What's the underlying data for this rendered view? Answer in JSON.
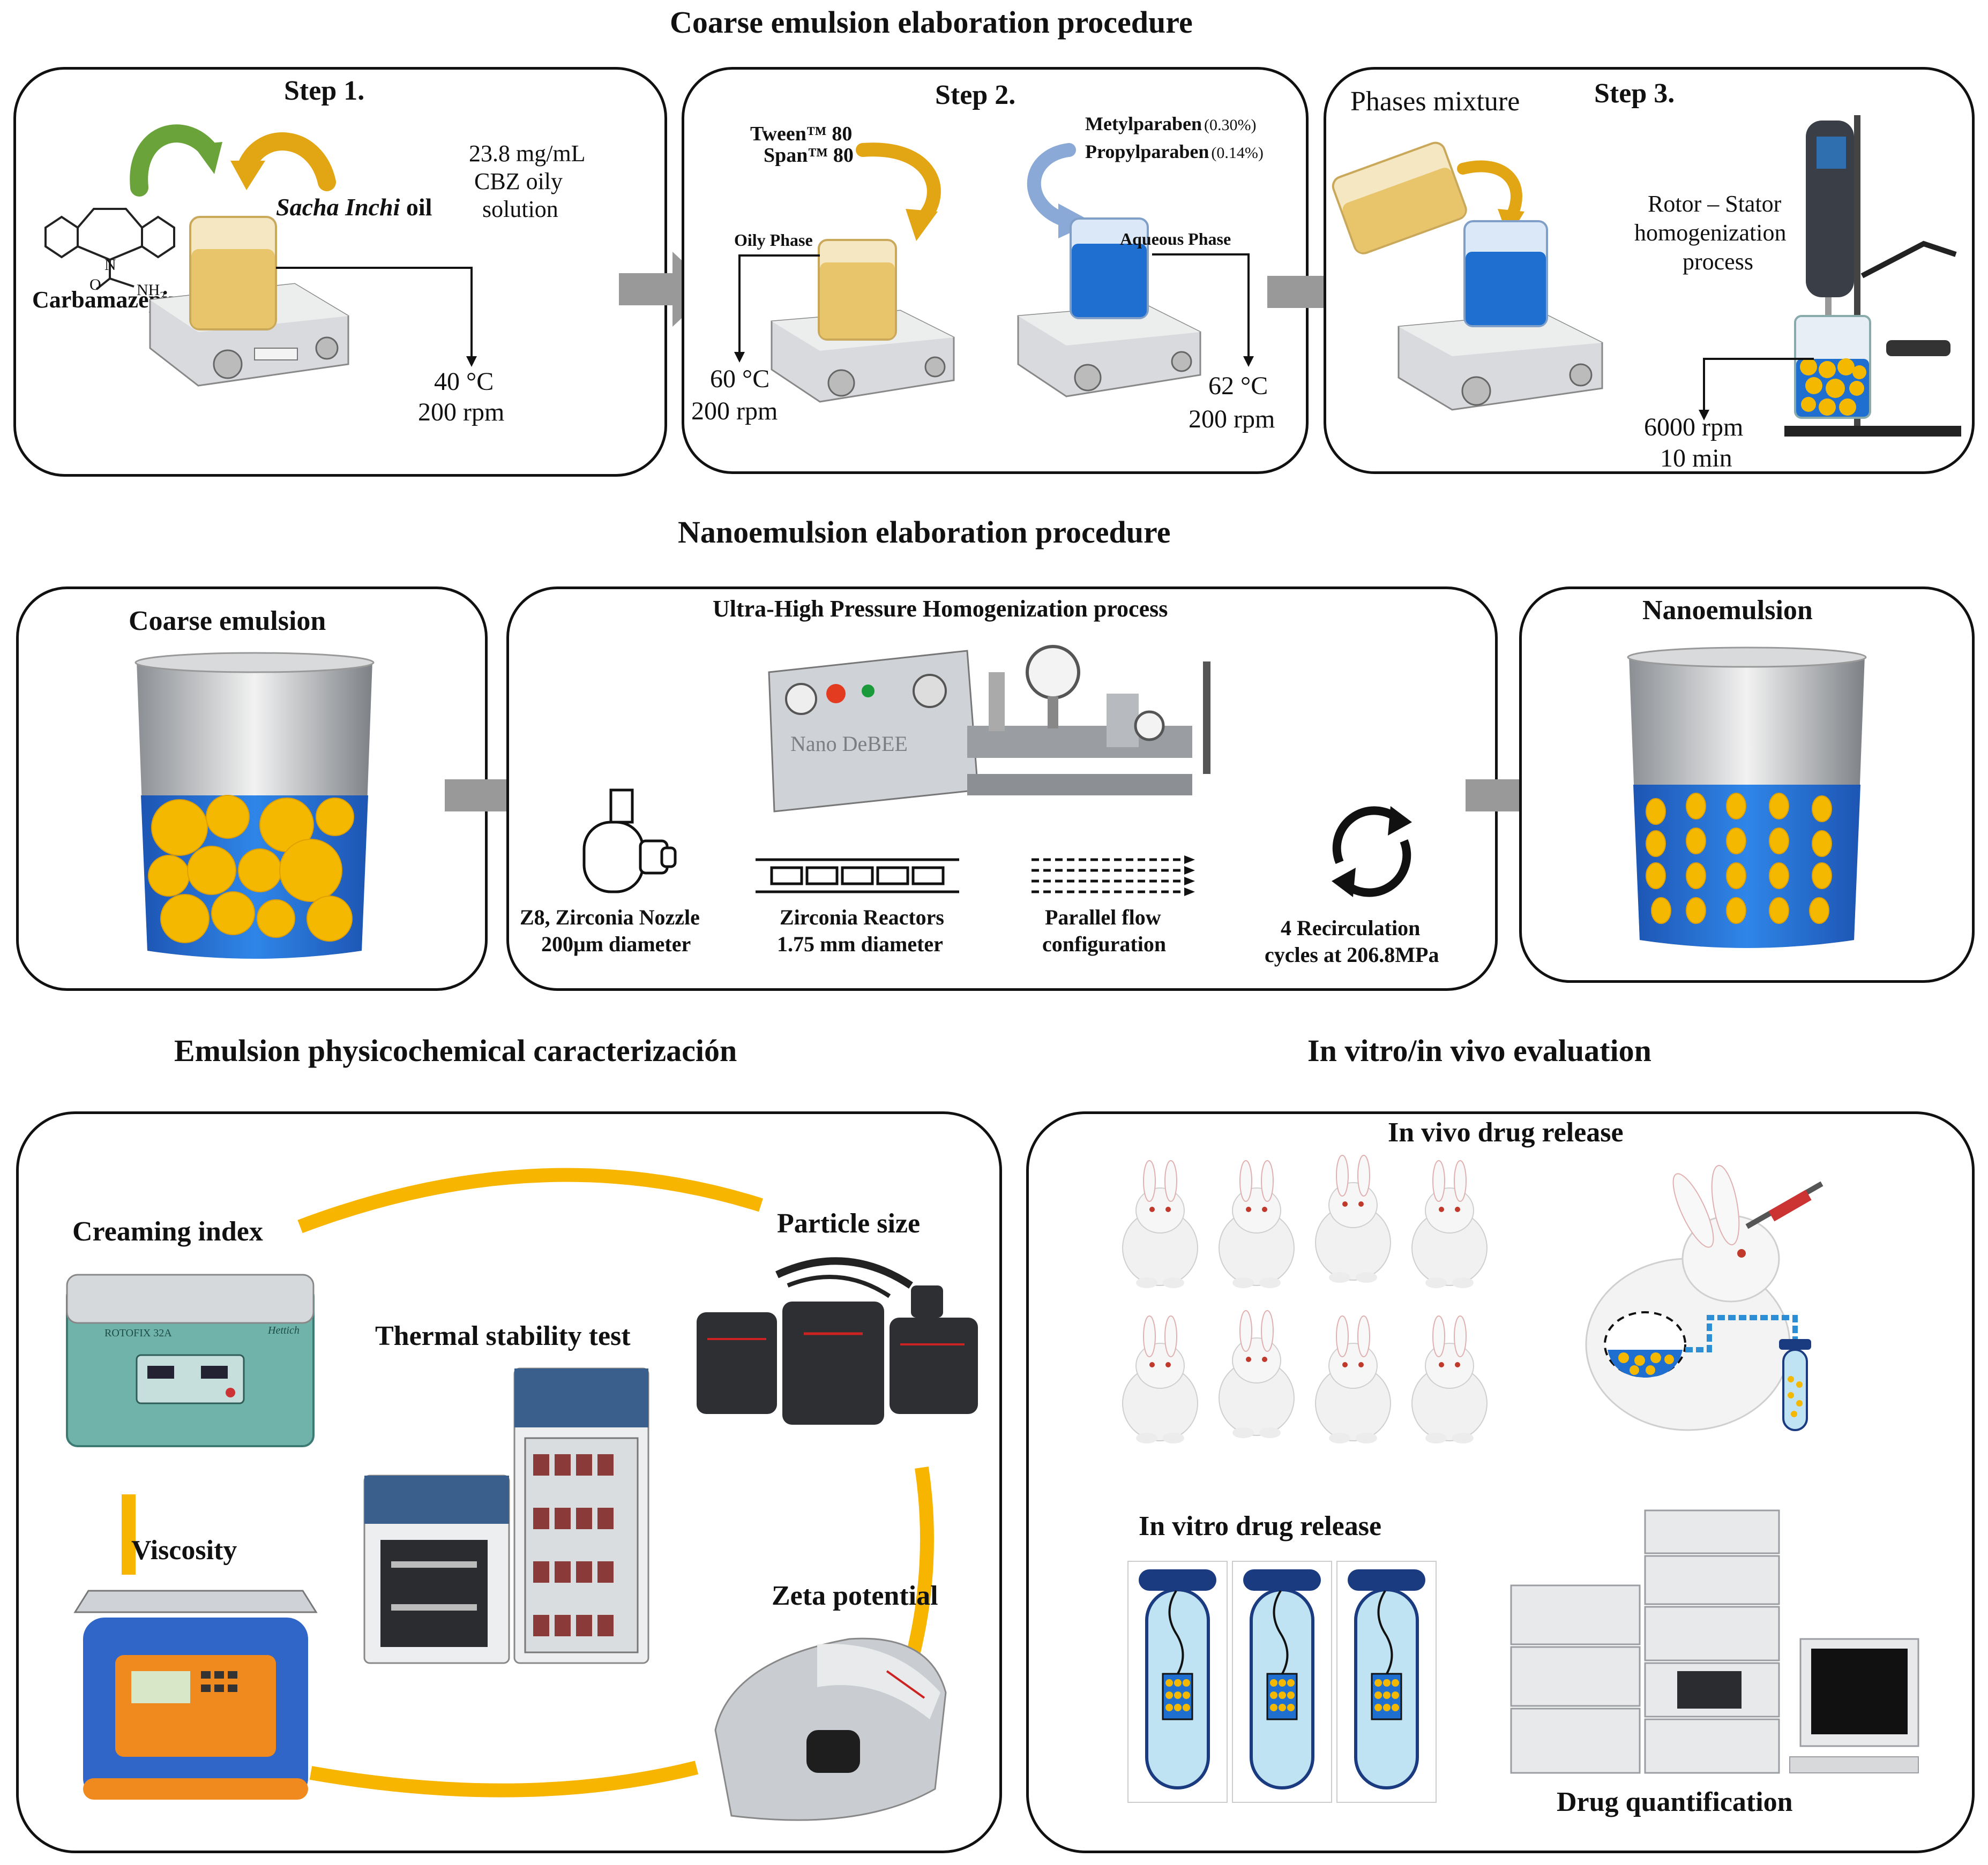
{
  "coarse": {
    "title": "Coarse emulsion elaboration procedure",
    "step1": {
      "title": "Step 1.",
      "oil": "Sacha Inchi",
      "oil_suffix": "oil",
      "drug": "Carbamazepine (CBZ)",
      "solution_line1": "23.8 mg/mL",
      "solution_line2": "CBZ oily",
      "solution_line3": "solution",
      "temp": "40 °C",
      "rpm": "200 rpm",
      "amine": "NH",
      "amine_sub": "2",
      "o_atom": "O",
      "n_atom": "N"
    },
    "step2": {
      "title": "Step 2.",
      "tween": "Tween™  80",
      "span": "Span™  80",
      "metyl": "Metylparaben",
      "metyl_pct": "(0.30%)",
      "propyl": "Propylparaben",
      "propyl_pct": "(0.14%)",
      "oily_phase": "Oily Phase",
      "aqueous_phase": "Aqueous Phase",
      "temp_left": "60 °C",
      "rpm_left": "200 rpm",
      "temp_right": "62 °C",
      "rpm_right": "200 rpm"
    },
    "step3": {
      "title": "Step 3.",
      "phases": "Phases mixture",
      "rotor_line1": "Rotor – Stator",
      "rotor_line2": "homogenization",
      "rotor_line3": "process",
      "rpm": "6000 rpm",
      "time": "10 min"
    }
  },
  "nano": {
    "title": "Nanoemulsion elaboration procedure",
    "coarse_label": "Coarse emulsion",
    "uhph_title": "Ultra-High Pressure Homogenization process",
    "machine_label": "Nano DeBEE",
    "nozzle_line1": "Z8, Zirconia Nozzle",
    "nozzle_line2": "200μm diameter",
    "reactors_line1": "Zirconia Reactors",
    "reactors_line2": "1.75 mm diameter",
    "flow_line1": "Parallel flow",
    "flow_line2": "configuration",
    "cycles_line1": "4 Recirculation",
    "cycles_line2": "cycles at 206.8MPa",
    "nanoemulsion_label": "Nanoemulsion"
  },
  "characterization": {
    "title": "Emulsion  physicochemical caracterización",
    "creaming": "Creaming index",
    "particle": "Particle size",
    "thermal": "Thermal stability test",
    "viscosity": "Viscosity",
    "zeta": "Zeta potential",
    "centrifuge_brand": "ROTOFIX 32A",
    "centrifuge_maker": "Hettich"
  },
  "evaluation": {
    "title": "In vitro/in vivo evaluation",
    "in_vivo": "In vivo drug release",
    "in_vitro": "In vitro drug release",
    "quantification": "Drug quantification"
  },
  "colors": {
    "arrow_gray": "#999999",
    "oil_yellow": "#e8c46a",
    "water_blue": "#1f6fd1",
    "droplet": "#f5b800",
    "ring_yellow": "#f7b500",
    "green_arrow": "#6aa33a",
    "gold_arrow": "#e2a614",
    "blue_arrow": "#8aa9d6"
  }
}
